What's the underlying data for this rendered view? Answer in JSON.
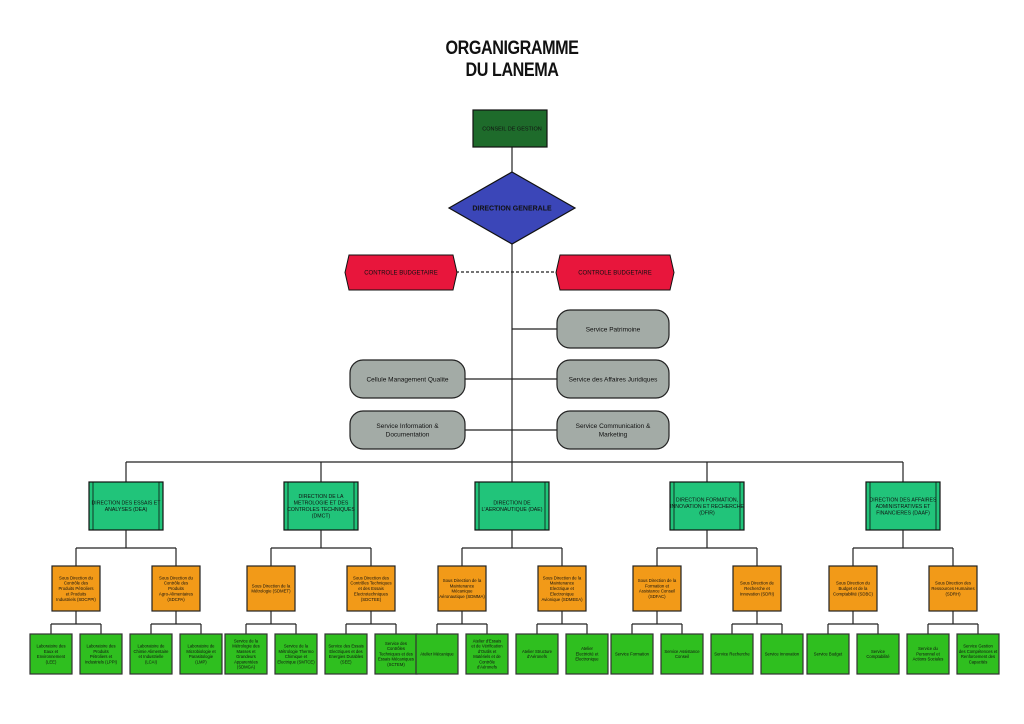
{
  "title": {
    "line1": "ORGANIGRAMME",
    "line2": "DU LANEMA"
  },
  "colors": {
    "board": "#1e6b2b",
    "direction_generale": "#3b46b8",
    "control": "#e8163c",
    "service": "#a3aba6",
    "direction": "#21c47a",
    "sub_direction": "#f29a18",
    "unit": "#2fbf1f",
    "line": "#222222"
  },
  "board": {
    "label": "CONSEIL DE GESTION"
  },
  "direction_generale": {
    "label": "DIRECTION GENERALE"
  },
  "controls": [
    {
      "label": "CONTROLE BUDGETAIRE"
    },
    {
      "label": "CONTROLE BUDGETAIRE"
    }
  ],
  "staff_services": {
    "right": [
      {
        "label": "Service Patrimoine"
      },
      {
        "label": "Service des Affaires Juridiques"
      },
      {
        "label": "Service Communication & Marketing"
      }
    ],
    "left": [
      {
        "label": "Cellule Management Qualite"
      },
      {
        "label": "Service Information & Documentation"
      }
    ]
  },
  "directions": [
    {
      "label": "DIRECTION DES ESSAIS ET ANALYSES (DEA)",
      "sub_directions": [
        {
          "label": "Sous Direction du Contrôle des Produits Pétroliers et Produits Industriels (SDCPPI)",
          "units": [
            {
              "label": "Laboratoire des Eaux et Environnement (LEE)"
            },
            {
              "label": "Laboratoire des Produits Pétroliers et Industriels (LPPI)"
            }
          ]
        },
        {
          "label": "Sous Direction du Contrôle des Produits Agro-Alimentaires (SDCPA)",
          "units": [
            {
              "label": "Laboratoire de Chimie Alimentaire et Industrielle (LCAI)"
            },
            {
              "label": "Laboratoire de Microbiologie et Parasitologie (LMP)"
            }
          ]
        }
      ]
    },
    {
      "label": "DIRECTION DE LA METROLOGIE ET DES CONTROLES TECHNIQUES (DMCT)",
      "sub_directions": [
        {
          "label": "Sous Direction de la Métrologie (SDMET)",
          "units": [
            {
              "label": "Service de la Métrologie des Masses et Grandeurs Apparentées (SDMGA)"
            },
            {
              "label": "Service de la Métrologie Thermo Chimique et Electrique (SMTCE)"
            }
          ]
        },
        {
          "label": "Sous Direction des Contrôles Techniques et des Essais Electrotechniques (SDCTEE)",
          "units": [
            {
              "label": "Service des Essais Electriques et des Energies Durables (SEE)"
            },
            {
              "label": "Service des Contrôles Techniques et des Essais Mécaniques (SCTEM)"
            }
          ]
        }
      ]
    },
    {
      "label": "DIRECTION DE L'AERONAUTIQUE (DAE)",
      "sub_directions": [
        {
          "label": "Sous Direction de la Maintenance Mécanique Aéronautique (SDMMA)",
          "units": [
            {
              "label": "Atelier Mécanique"
            },
            {
              "label": "Atelier d'Essais et de Vérification d'Outils et Matériels et de Contrôle d'Aéronefs"
            }
          ]
        },
        {
          "label": "Sous Direction de la Maintenance Electrique et Electronique Avionique (SDMEEA)",
          "units": [
            {
              "label": "Atelier Structure d'Aéronefs"
            },
            {
              "label": "Atelier Electricité et Electronique"
            }
          ]
        }
      ]
    },
    {
      "label": "DIRECTION FORMATION, INNOVATION ET RECHERCHE (DFIR)",
      "sub_directions": [
        {
          "label": "Sous Direction de la Formation et Assistance Conseil (SDFAC)",
          "units": [
            {
              "label": "Service Formation"
            },
            {
              "label": "Service Assistance Conseil"
            }
          ]
        },
        {
          "label": "Sous Direction de Recherche et Innovation (SDRI)",
          "units": [
            {
              "label": "Service Recherche"
            },
            {
              "label": "Service Innovation"
            }
          ]
        }
      ]
    },
    {
      "label": "DIRECTION DES AFFAIRES ADMINISTRATIVES ET FINANCIERES (DAAF)",
      "sub_directions": [
        {
          "label": "Sous Direction du Budget et de la Comptabilité (SDBC)",
          "units": [
            {
              "label": "Service Budget"
            },
            {
              "label": "Service Comptabilité"
            }
          ]
        },
        {
          "label": "Sous Direction des Ressources Humaines (SDRH)",
          "units": [
            {
              "label": "Service du Personnel et Actions Sociales"
            },
            {
              "label": "Service Gestion des Compétences et Renforcement des Capacités"
            }
          ]
        }
      ]
    }
  ]
}
